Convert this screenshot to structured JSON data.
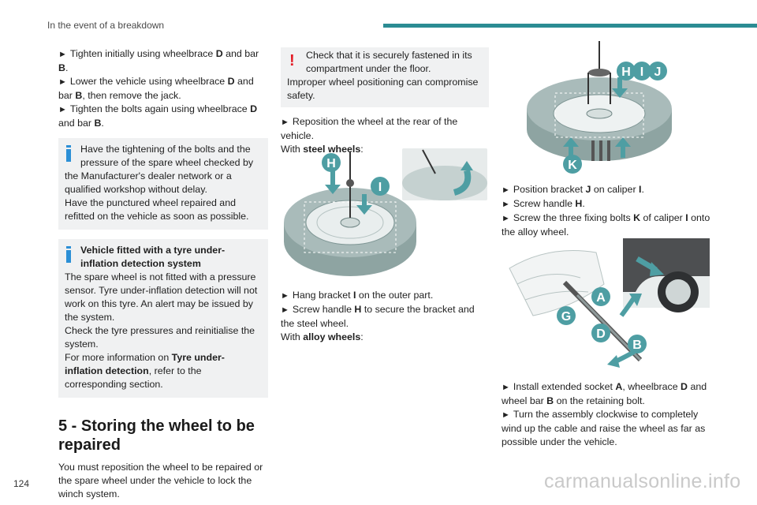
{
  "header": {
    "title": "In the event of a breakdown"
  },
  "page_number": "124",
  "watermark": "carmanualsonline.info",
  "col1": {
    "steps": [
      {
        "pre": "Tighten initially using wheelbrace ",
        "b1": "D",
        "mid": " and bar ",
        "b2": "B",
        "post": "."
      },
      {
        "pre": "Lower the vehicle using wheelbrace ",
        "b1": "D",
        "mid": " and bar ",
        "b2": "B",
        "post": ", then remove the jack."
      },
      {
        "pre": "Tighten the bolts again using wheelbrace ",
        "b1": "D",
        "mid": " and bar ",
        "b2": "B",
        "post": "."
      }
    ],
    "note1": {
      "lead": "Have the tightening of the bolts and the pressure of the spare wheel checked by",
      "rest": "the Manufacturer's dealer network or a qualified workshop without delay.",
      "line2": "Have the punctured wheel repaired and refitted on the vehicle as soon as possible."
    },
    "note2": {
      "title": "Vehicle fitted with a tyre under-inflation detection system",
      "p1": "The spare wheel is not fitted with a pressure sensor. Tyre under-inflation detection will not work on this tyre. An alert may be issued by the system.",
      "p2": "Check the tyre pressures and reinitialise the system.",
      "p3_pre": "For more information on ",
      "p3_bold": "Tyre under-inflation detection",
      "p3_post": ", refer to the corresponding section."
    },
    "section_heading": "5 - Storing the wheel to be repaired",
    "section_body": "You must reposition the wheel to be repaired or the spare wheel under the vehicle to lock the winch system."
  },
  "col2": {
    "warning": {
      "lead": "Check that it is securely fastened in its compartment under the floor.",
      "rest": "Improper wheel positioning can compromise safety."
    },
    "step_reposition": "Reposition the wheel at the rear of the vehicle.",
    "with_steel_pre": "With ",
    "with_steel_bold": "steel wheels",
    "with_steel_post": ":",
    "steps": [
      {
        "pre": "Hang bracket ",
        "b1": "I",
        "post": " on the outer part."
      },
      {
        "pre": "Screw handle ",
        "b1": "H",
        "post": " to secure the bracket and the steel wheel."
      }
    ],
    "with_alloy_pre": "With ",
    "with_alloy_bold": "alloy wheels",
    "with_alloy_post": ":"
  },
  "col3": {
    "steps_a": [
      {
        "pre": "Position bracket ",
        "b1": "J",
        "mid": " on caliper ",
        "b2": "I",
        "post": "."
      },
      {
        "pre": "Screw handle ",
        "b1": "H",
        "mid": "",
        "b2": "",
        "post": "."
      },
      {
        "pre": "Screw the three fixing bolts ",
        "b1": "K",
        "mid": " of caliper ",
        "b2": "I",
        "post": " onto the alloy wheel."
      }
    ],
    "steps_b": [
      {
        "pre": "Install extended socket ",
        "b1": "A",
        "mid": ", wheelbrace ",
        "b2": "D",
        "mid2": " and wheel bar ",
        "b3": "B",
        "post": " on the retaining bolt."
      },
      {
        "pre": "Turn the assembly clockwise to completely wind up the cable and raise the wheel as far as possible under the vehicle."
      }
    ]
  },
  "figure_labels": {
    "fig1": [
      "H",
      "I"
    ],
    "fig2": [
      "H",
      "I",
      "J",
      "K"
    ],
    "fig3": [
      "A",
      "G",
      "D",
      "B"
    ]
  },
  "colors": {
    "accent": "#2b8c93",
    "info": "#2b8fd6",
    "warning": "#e31c25",
    "callout": "#4e9ea3",
    "tyre": "#9fb2b1"
  }
}
